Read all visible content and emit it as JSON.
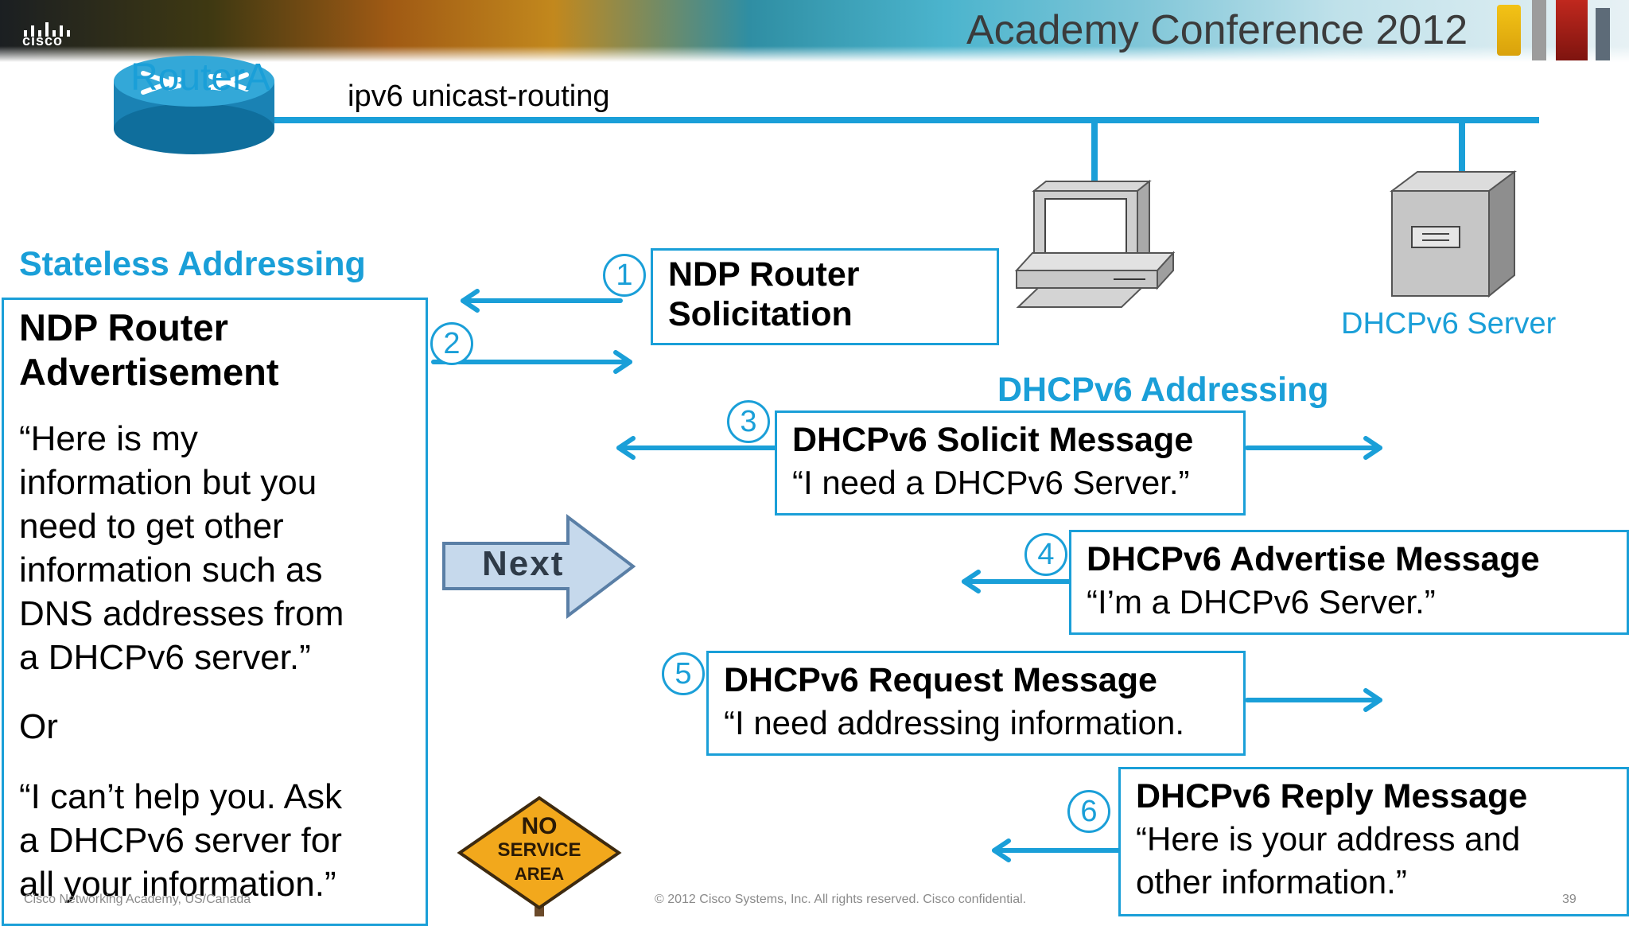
{
  "header": {
    "brand": "cisco",
    "conference": "Academy Conference 2012"
  },
  "network": {
    "router_label": "RouterA",
    "router_command": "ipv6 unicast-routing",
    "server_label": "DHCPv6 Server"
  },
  "stateless": {
    "heading": "Stateless Addressing",
    "ra_title_line1": "NDP Router",
    "ra_title_line2": "Advertisement",
    "quote_lines": [
      "“Here is my",
      "information but you",
      "need to get other",
      "information such as",
      "DNS addresses from",
      "a DHCPv6 server.”"
    ],
    "or": "Or",
    "quote2_lines": [
      "“I can’t help you. Ask",
      "a DHCPv6 server for",
      "all your information.”"
    ]
  },
  "dhcp_heading": "DHCPv6 Addressing",
  "steps": [
    {
      "num": "1",
      "title_line1": "NDP Router",
      "title_line2": "Solicitation"
    },
    {
      "num": "2"
    },
    {
      "num": "3",
      "title": "DHCPv6 Solicit Message",
      "text": "“I need a DHCPv6 Server.”"
    },
    {
      "num": "4",
      "title": "DHCPv6 Advertise Message",
      "text": "“I’m a DHCPv6 Server.”"
    },
    {
      "num": "5",
      "title": "DHCPv6 Request Message",
      "text": "“I need addressing information."
    },
    {
      "num": "6",
      "title": "DHCPv6 Reply Message",
      "text_line1": "“Here is your address and",
      "text_line2": "other information.”"
    }
  ],
  "next_button": "Next",
  "sign": {
    "line1": "NO",
    "line2": "SERVICE",
    "line3": "AREA"
  },
  "footer": {
    "left": "Cisco Networking Academy, US/Canada",
    "center": "© 2012 Cisco Systems, Inc. All rights reserved. Cisco confidential.",
    "page": "39"
  },
  "colors": {
    "accent": "#1a9fd8",
    "sign": "#f2a81c"
  }
}
